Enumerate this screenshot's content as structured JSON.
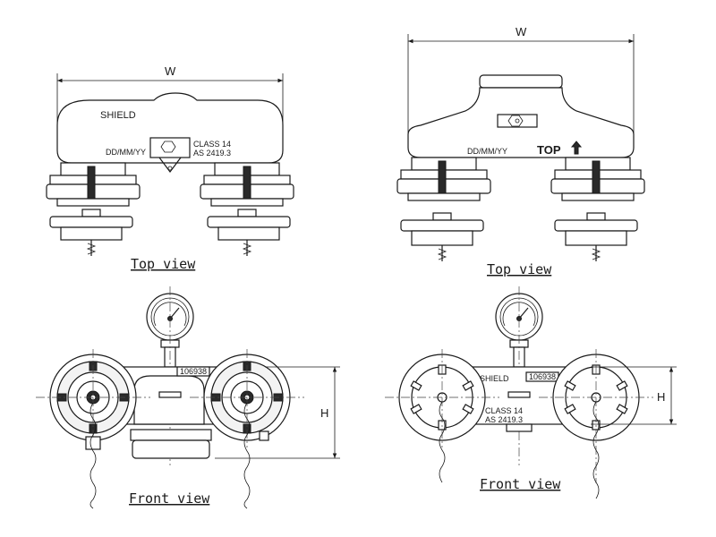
{
  "labels": {
    "top_view": "Top view",
    "front_view": "Front view",
    "width": "W",
    "height": "H"
  },
  "markings": {
    "shield": "SHIELD",
    "date_code": "DD/MM/YY",
    "class": "CLASS 14",
    "standard": "AS 2419.3",
    "serial": "106938",
    "top": "TOP"
  }
}
